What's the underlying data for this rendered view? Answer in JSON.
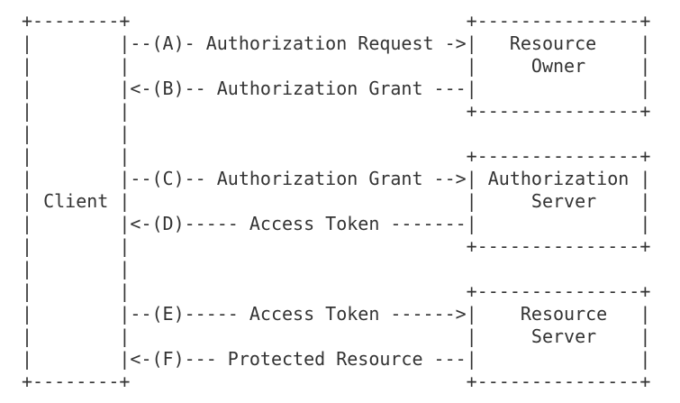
{
  "colors": {
    "background": "#ffffff",
    "text": "#333333"
  },
  "diagram": {
    "kind": "ascii-protocol-flow",
    "ascii_lines": [
      "+--------+                               +---------------+",
      "|        |--(A)- Authorization Request ->|   Resource    |",
      "|        |                               |     Owner     |",
      "|        |<-(B)-- Authorization Grant ---|               |",
      "|        |                               +---------------+",
      "|        |",
      "|        |                               +---------------+",
      "|        |--(C)-- Authorization Grant -->| Authorization |",
      "| Client |                               |     Server    |",
      "|        |<-(D)----- Access Token -------|               |",
      "|        |                               +---------------+",
      "|        |",
      "|        |                               +---------------+",
      "|        |--(E)----- Access Token ------>|    Resource   |",
      "|        |                               |     Server    |",
      "|        |<-(F)--- Protected Resource ---|               |",
      "+--------+                               +---------------+"
    ],
    "actors": [
      {
        "name": "Client"
      },
      {
        "name": "Resource Owner"
      },
      {
        "name": "Authorization Server"
      },
      {
        "name": "Resource Server"
      }
    ],
    "flows": [
      {
        "step": "A",
        "label": "Authorization Request",
        "from": "Client",
        "to": "Resource Owner"
      },
      {
        "step": "B",
        "label": "Authorization Grant",
        "from": "Resource Owner",
        "to": "Client"
      },
      {
        "step": "C",
        "label": "Authorization Grant",
        "from": "Client",
        "to": "Authorization Server"
      },
      {
        "step": "D",
        "label": "Access Token",
        "from": "Authorization Server",
        "to": "Client"
      },
      {
        "step": "E",
        "label": "Access Token",
        "from": "Client",
        "to": "Resource Server"
      },
      {
        "step": "F",
        "label": "Protected Resource",
        "from": "Resource Server",
        "to": "Client"
      }
    ]
  }
}
